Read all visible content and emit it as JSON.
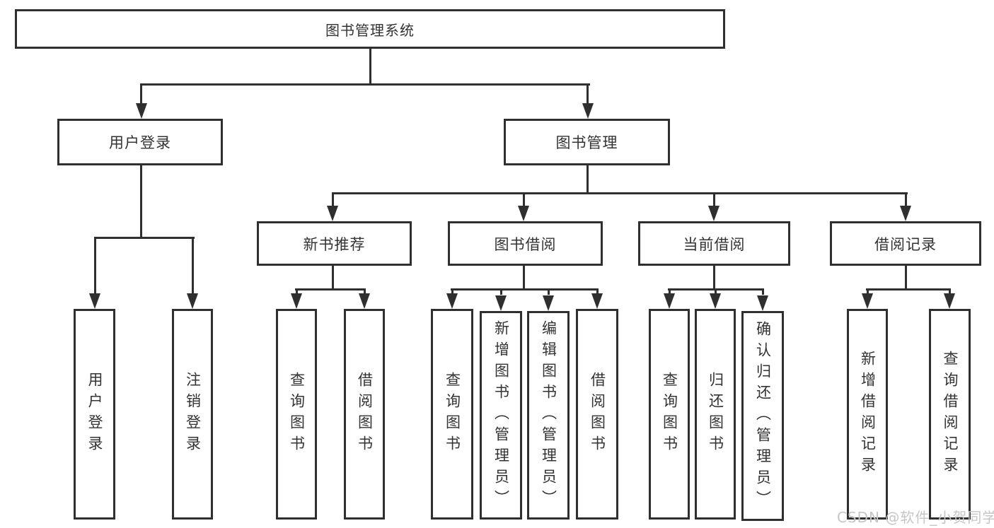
{
  "diagram": {
    "title": "图书管理系统",
    "level2": {
      "user_login": "用户登录",
      "book_mgmt": "图书管理"
    },
    "level3": {
      "new_book": "新书推荐",
      "book_borrow": "图书借阅",
      "current_borrow": "当前借阅",
      "records": "借阅记录"
    },
    "leaves": {
      "user_login": "用户登录",
      "logout": "注销登录",
      "query_books_a": "查询图书",
      "borrow_books_a": "借阅图书",
      "query_books_b": "查询图书",
      "add_books": "新增图书（管理员）",
      "edit_books": "编辑图书（管理员）",
      "borrow_books_b": "借阅图书",
      "query_books_c": "查询图书",
      "return_books": "归还图书",
      "confirm_return": "确认归还（管理员）",
      "add_record": "新增借阅记录",
      "query_record": "查询借阅记录"
    }
  },
  "watermark": "CSDN @软件_小贺同学",
  "colors": {
    "line": "#2f2f2f",
    "text": "#333333",
    "background": "#ffffff",
    "watermark": "#c6c6c6"
  }
}
